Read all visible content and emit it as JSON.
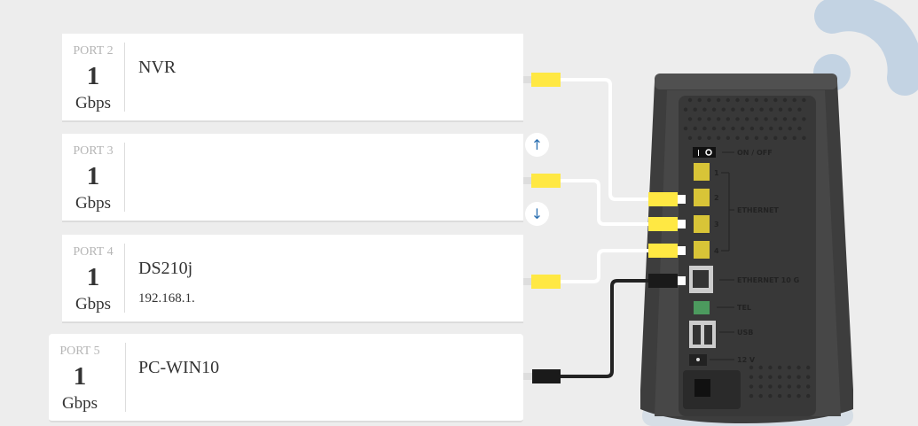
{
  "ports": [
    {
      "port": "PORT 2",
      "speed": "1",
      "unit": "Gbps",
      "name": "NVR",
      "ip": ""
    },
    {
      "port": "PORT 3",
      "speed": "1",
      "unit": "Gbps",
      "name": "",
      "ip": ""
    },
    {
      "port": "PORT 4",
      "speed": "1",
      "unit": "Gbps",
      "name": "DS210j",
      "ip": "192.168.1."
    },
    {
      "port": "PORT 5",
      "speed": "1",
      "unit": "Gbps",
      "name": "PC-WIN10",
      "ip": ""
    }
  ],
  "controls": {
    "up": "↑",
    "down": "↓"
  },
  "router": {
    "on_off": "ON / OFF",
    "p1": "1",
    "p2": "2",
    "p3": "3",
    "p4": "4",
    "ethernet": "ETHERNET",
    "eth10g": "ETHERNET 10 G",
    "tel": "TEL",
    "usb": "USB",
    "power": "12 V"
  },
  "colors": {
    "cable_yellow": "#ffe843",
    "router_body": "#3d3d3d",
    "accent": "#2a6fb0",
    "deco": "#c3d3e3"
  }
}
